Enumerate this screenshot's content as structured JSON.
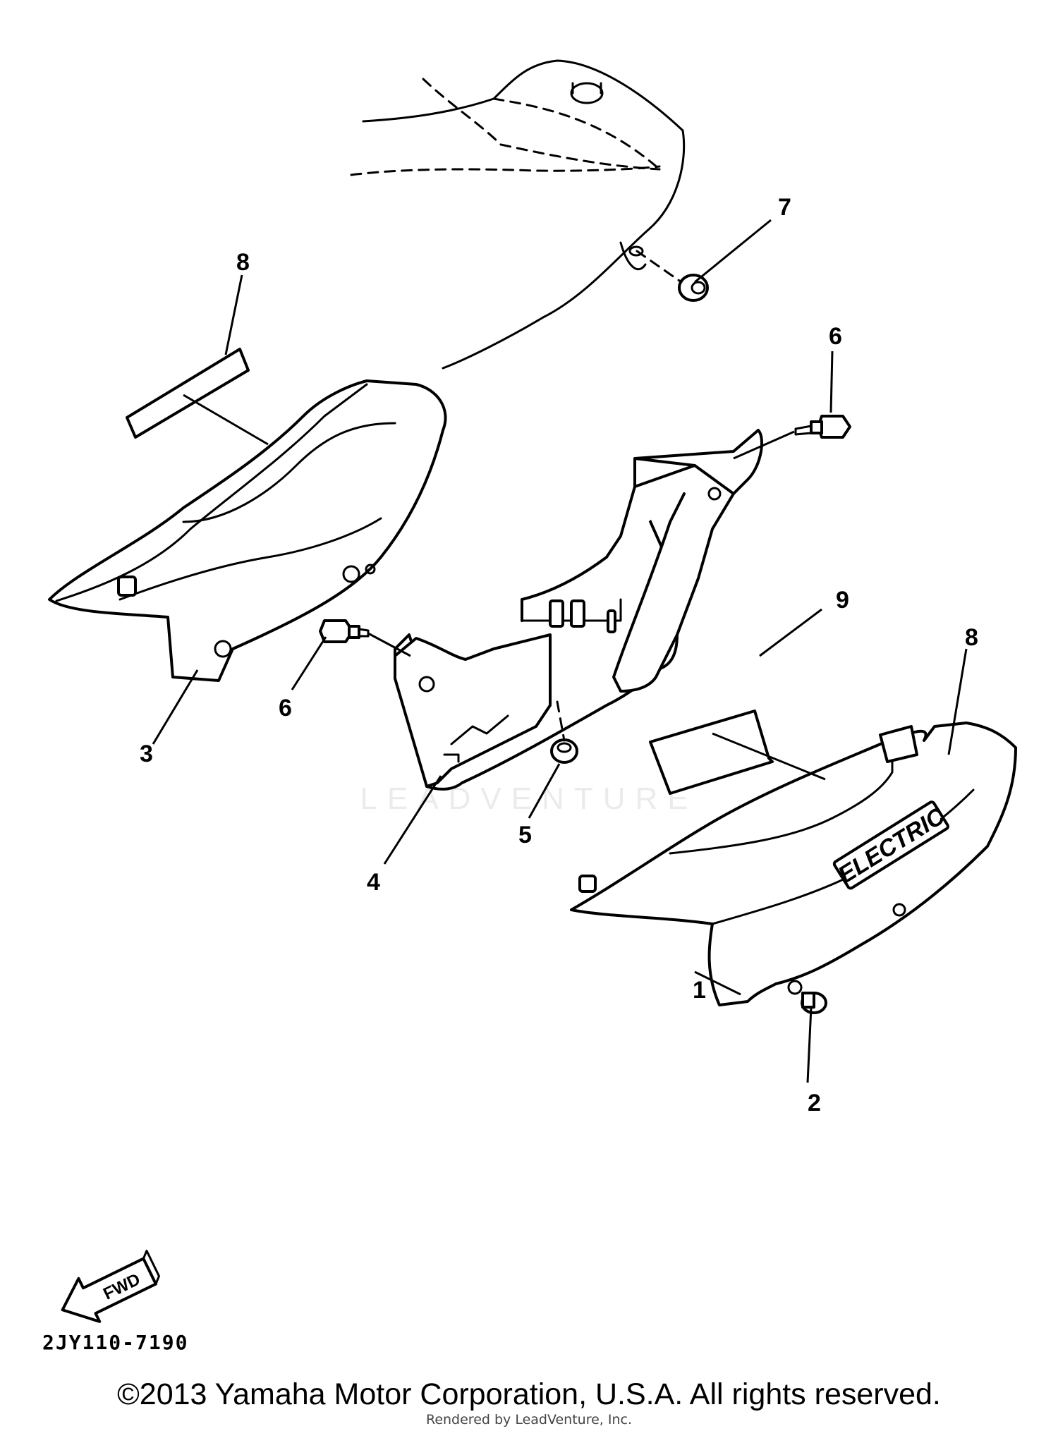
{
  "callouts": {
    "c1": "1",
    "c2": "2",
    "c3": "3",
    "c4": "4",
    "c5": "5",
    "c6a": "6",
    "c6b": "6",
    "c7": "7",
    "c8a": "8",
    "c8b": "8",
    "c9": "9"
  },
  "emblem_text": "ELECTRIC",
  "fwd_label": "FWD",
  "drawing_code": "2JY110-7190",
  "watermark": "LEADVENTURE",
  "copyright": "©2013 Yamaha Motor Corporation, U.S.A. All rights reserved.",
  "rendered_by": "Rendered by LeadVenture, Inc.",
  "colors": {
    "line": "#000000",
    "background": "#ffffff"
  }
}
